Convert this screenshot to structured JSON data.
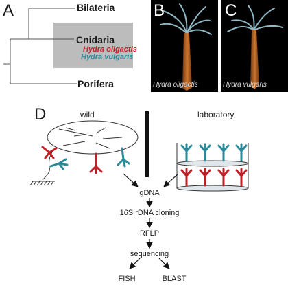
{
  "panels": {
    "a": "A",
    "b": "B",
    "c": "C",
    "d": "D"
  },
  "tree": {
    "bilateria": "Bilateria",
    "cnidaria": "Cnidaria",
    "porifera": "Porifera",
    "species_red": "Hydra oligactis",
    "species_blue": "Hydra vulgaris",
    "highlight_color": "#bcbcbc"
  },
  "photos": {
    "b_caption": "Hydra oligactis",
    "c_caption": "Hydra vulgaris"
  },
  "workflow": {
    "wild": "wild",
    "laboratory": "laboratory",
    "steps": [
      "gDNA",
      "16S rDNA cloning",
      "RFLP",
      "sequencing"
    ],
    "outputs": [
      "FISH",
      "BLAST"
    ]
  },
  "colors": {
    "red": "#c21e26",
    "teal": "#2a8a9a"
  }
}
